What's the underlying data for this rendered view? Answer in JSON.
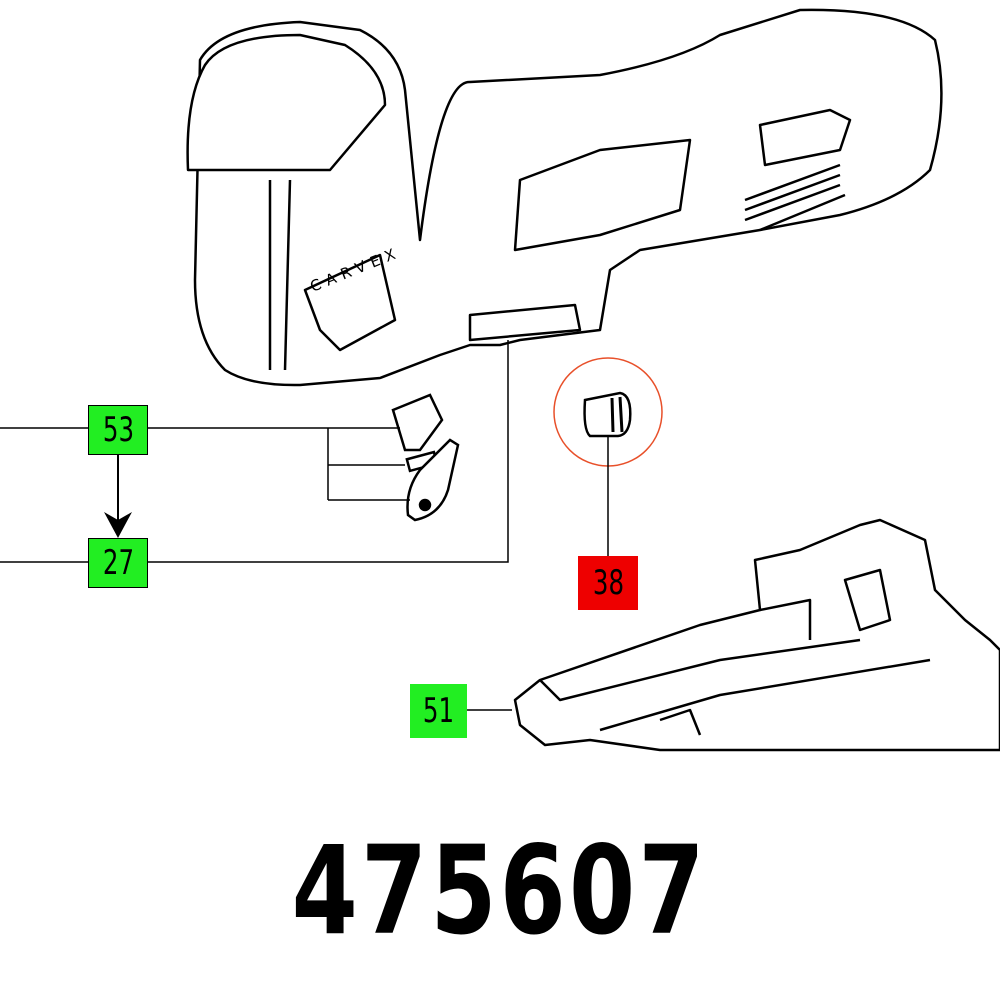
{
  "diagram": {
    "product_label": "CARVEX",
    "part_number": "475607",
    "callouts": [
      {
        "id": "53",
        "color": "#22ee22"
      },
      {
        "id": "27",
        "color": "#22ee22"
      },
      {
        "id": "38",
        "color": "#ee0000",
        "highlighted": true
      },
      {
        "id": "51",
        "color": "#22ee22"
      }
    ],
    "highlight_circle_color": "#e8502a"
  }
}
